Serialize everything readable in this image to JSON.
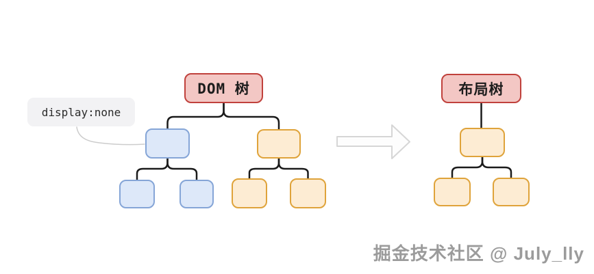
{
  "diagram": {
    "left_tree": {
      "root_label": "DOM 树",
      "branches": [
        {
          "style": "blue",
          "children_count": 2
        },
        {
          "style": "orange",
          "children_count": 2
        }
      ]
    },
    "right_tree": {
      "root_label": "布局树",
      "branches": [
        {
          "style": "orange",
          "children_count": 2
        }
      ]
    },
    "annotation": {
      "text": "display:none"
    },
    "arrow": {
      "direction": "right"
    }
  },
  "watermark": {
    "text": "掘金技术社区 @ July_lly"
  },
  "colors": {
    "root_fill": "#f3c7c4",
    "root_border": "#c0413c",
    "blue_fill": "#dde8f9",
    "blue_border": "#85a5d7",
    "orange_fill": "#fdecd3",
    "orange_border": "#dfa33a",
    "annotation_bg": "#f2f2f4",
    "connector": "#1b1b1b",
    "leader_line": "#cccccc",
    "arrow_stroke": "#d6d6d6",
    "watermark_text": "#9b9b9b"
  }
}
